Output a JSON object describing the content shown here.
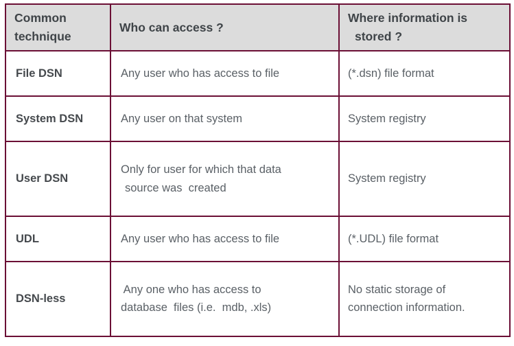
{
  "table": {
    "headers": [
      {
        "line1": "Common",
        "line2": "technique"
      },
      {
        "line1": "Who can access ?",
        "line2": ""
      },
      {
        "line1": "Where information is",
        "line2": "stored ?"
      }
    ],
    "rows": [
      {
        "technique": "File DSN",
        "who_line1": "Any user who has access to file",
        "who_line2": "",
        "where_line1": "(*.dsn) file format",
        "where_line2": ""
      },
      {
        "technique": "System DSN",
        "who_line1": "Any user on that system",
        "who_line2": "",
        "where_line1": "System registry",
        "where_line2": ""
      },
      {
        "technique": "User DSN",
        "who_line1": "Only for user for which that data",
        "who_line2": "source was  created",
        "where_line1": "System registry",
        "where_line2": ""
      },
      {
        "technique": "UDL",
        "who_line1": "Any user who has access to file",
        "who_line2": "",
        "where_line1": "(*.UDL) file format",
        "where_line2": ""
      },
      {
        "technique": "DSN-less",
        "who_line1": " Any one who has access to",
        "who_line2": "database  files (i.e.  mdb, .xls)",
        "where_line1": "No static storage of",
        "where_line2": "connection information."
      }
    ]
  },
  "colors": {
    "border": "#6b0f35",
    "header_background": "#dcdcdc",
    "header_text": "#3f4448",
    "body_text": "#5a6066",
    "technique_text": "#45494d",
    "page_background": "#ffffff"
  }
}
